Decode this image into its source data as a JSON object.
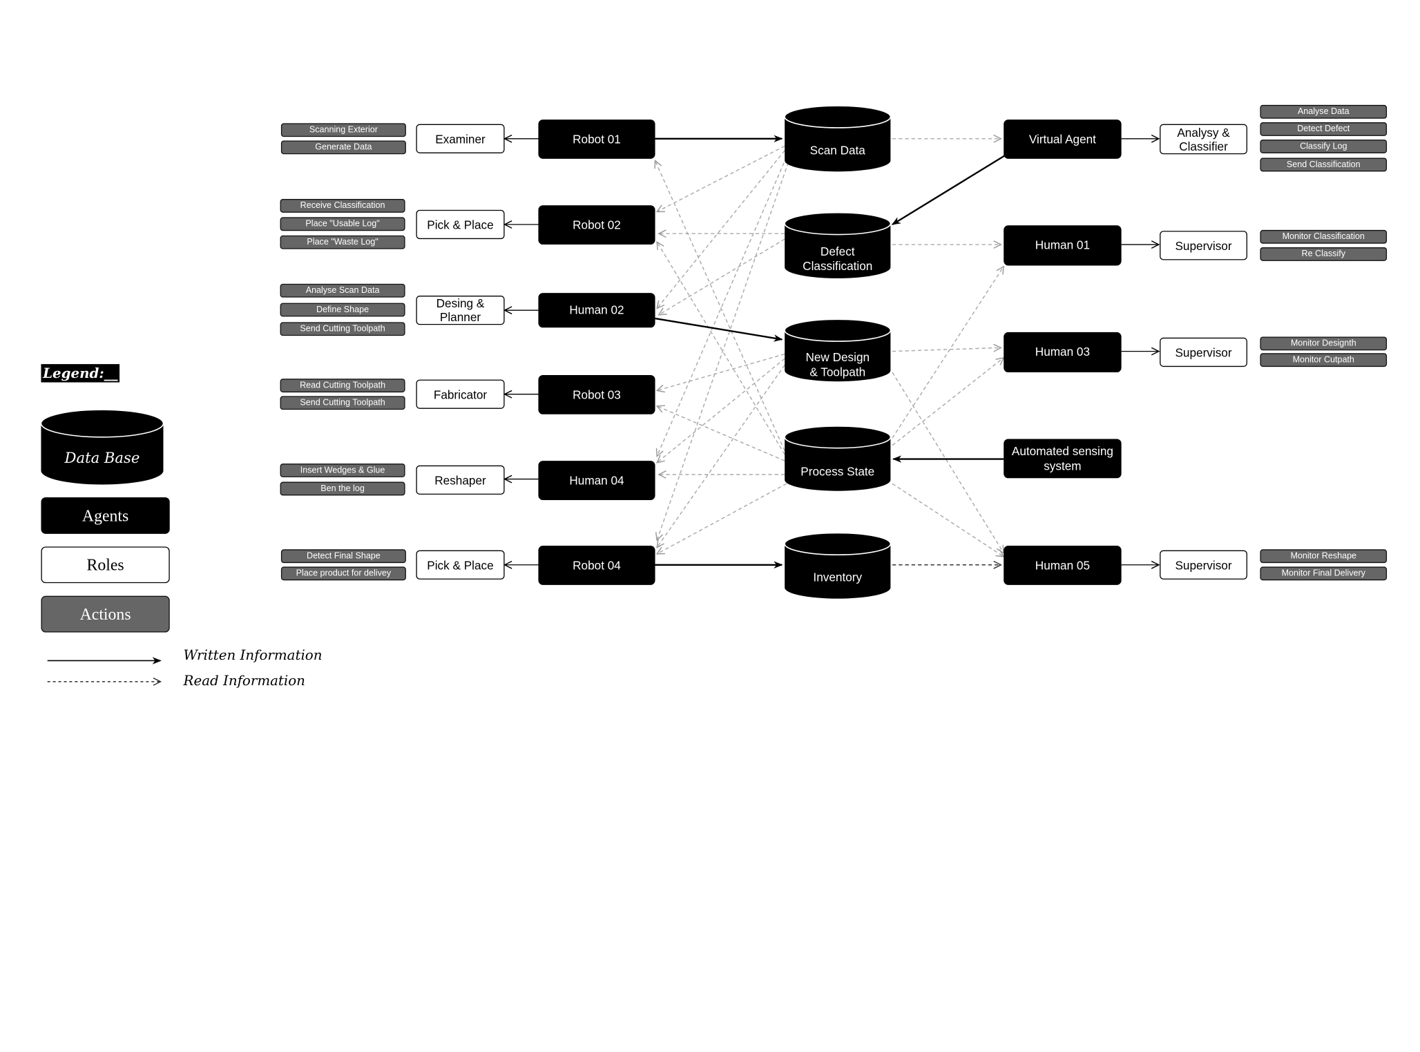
{
  "legend": {
    "title": "Legend:__",
    "database": "Data Base",
    "agents": "Agents",
    "roles": "Roles",
    "actions": "Actions",
    "written": "Written Information",
    "read": "Read Information"
  },
  "databases": {
    "scan": "Scan Data",
    "defect": "Defect\nClassification",
    "design": "New Design\n& Toolpath",
    "process": "Process State",
    "inventory": "Inventory"
  },
  "agents": {
    "robot01": "Robot 01",
    "robot02": "Robot 02",
    "human02": "Human 02",
    "robot03": "Robot 03",
    "human04": "Human 04",
    "robot04": "Robot 04",
    "virtual": "Virtual Agent",
    "human01": "Human 01",
    "human03": "Human 03",
    "sensing": "Automated sensing\nsystem",
    "human05": "Human 05"
  },
  "roles": {
    "examiner": "Examiner",
    "pickplace1": "Pick & Place",
    "designer": "Desing &\nPlanner",
    "fabricator": "Fabricator",
    "reshaper": "Reshaper",
    "pickplace2": "Pick & Place",
    "analyser": "Analysy &\nClassifier",
    "supervisor1": "Supervisor",
    "supervisor3": "Supervisor",
    "supervisor5": "Supervisor"
  },
  "actions": {
    "examiner": [
      "Scanning Exterior",
      "Generate Data"
    ],
    "pickplace1": [
      "Receive Classification",
      "Place \"Usable Log\"",
      "Place \"Waste Log\""
    ],
    "designer": [
      "Analyse Scan Data",
      "Define Shape",
      "Send Cutting Toolpath"
    ],
    "fabricator": [
      "Read Cutting Toolpath",
      "Send Cutting Toolpath"
    ],
    "reshaper": [
      "Insert Wedges & Glue",
      "Ben the log"
    ],
    "pickplace2": [
      "Detect Final Shape",
      "Place product for delivey"
    ],
    "analyser": [
      "Analyse Data",
      "Detect Defect",
      "Classify Log",
      "Send Classification"
    ],
    "supervisor1": [
      "Monitor Classification",
      "Re Classify"
    ],
    "supervisor3": [
      "Monitor Designth",
      "Monitor Cutpath"
    ],
    "supervisor5": [
      "Monitor Reshape",
      "Monitor Final Delivery"
    ]
  }
}
